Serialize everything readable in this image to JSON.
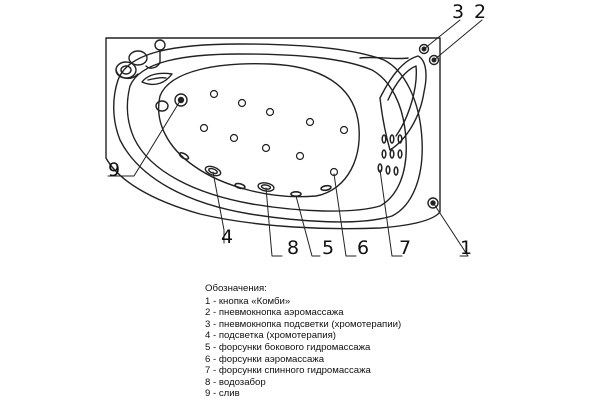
{
  "callouts": [
    "9",
    "3",
    "2",
    "4",
    "8",
    "5",
    "6",
    "7",
    "1"
  ],
  "legend": {
    "header": "Обозначения:",
    "items": [
      {
        "num": "1",
        "text": "1 - кнопка «Комби»"
      },
      {
        "num": "2",
        "text": "2 - пневмокнопка аэромассажа"
      },
      {
        "num": "3",
        "text": "3 - пневмокнопка подсветки (хромотерапии)"
      },
      {
        "num": "4",
        "text": "4 - подсветка (хромотерапия)"
      },
      {
        "num": "5",
        "text": "5 - форсунки бокового гидромассажа"
      },
      {
        "num": "6",
        "text": "6 - форсунки аэромассажа"
      },
      {
        "num": "7",
        "text": "7 - форсунки спинного гидромассажа"
      },
      {
        "num": "8",
        "text": "8 - водозабор"
      },
      {
        "num": "9",
        "text": "9 - слив"
      }
    ]
  }
}
